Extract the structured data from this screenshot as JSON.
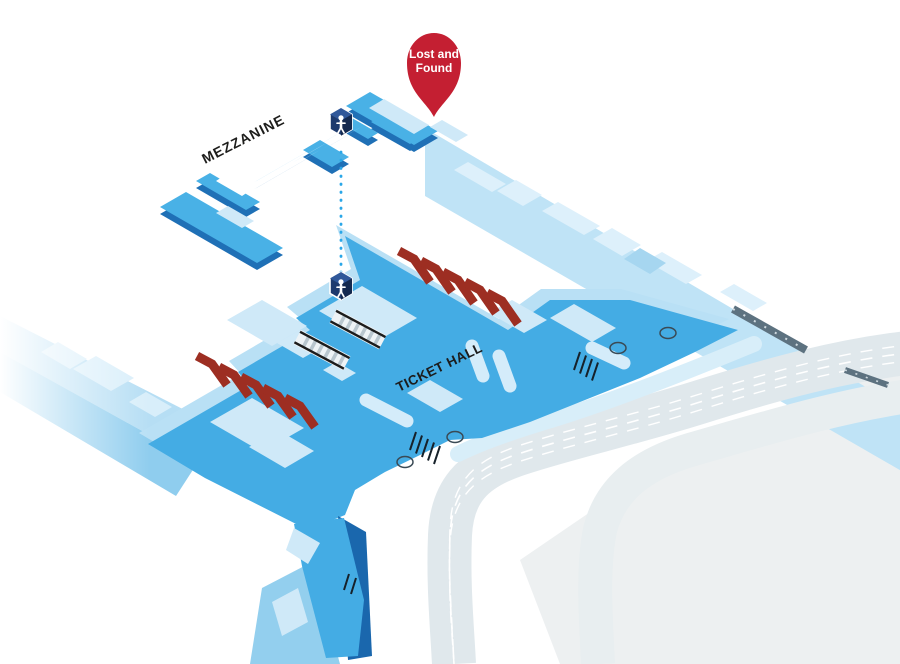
{
  "labels": {
    "mezzanine": "MEZZANINE",
    "ticket_hall": "TICKET HALL"
  },
  "pin": {
    "line1": "Lost and",
    "line2": "Found"
  },
  "icons": [
    "lift-icon",
    "location-pin-icon",
    "escalator-icon",
    "stairs-icon"
  ],
  "colors": {
    "floor_blue": "#44ace4",
    "floor_pale": "#cfe9f8",
    "corridor_blue": "#b6def4",
    "corridor_mid": "#8fcdee",
    "apron_blue": "#b9e0f5",
    "depth_blue": "#1f70b6",
    "accent_red_pin": "#c41f32",
    "stairs_red": "#9d2e22",
    "road_gray": "#e0e8ec",
    "railing_gray": "#5d7280",
    "lift_navy": "#1d3a6e",
    "dash_blue": "#2aa7e8",
    "label_dark": "#1d1d1b"
  }
}
